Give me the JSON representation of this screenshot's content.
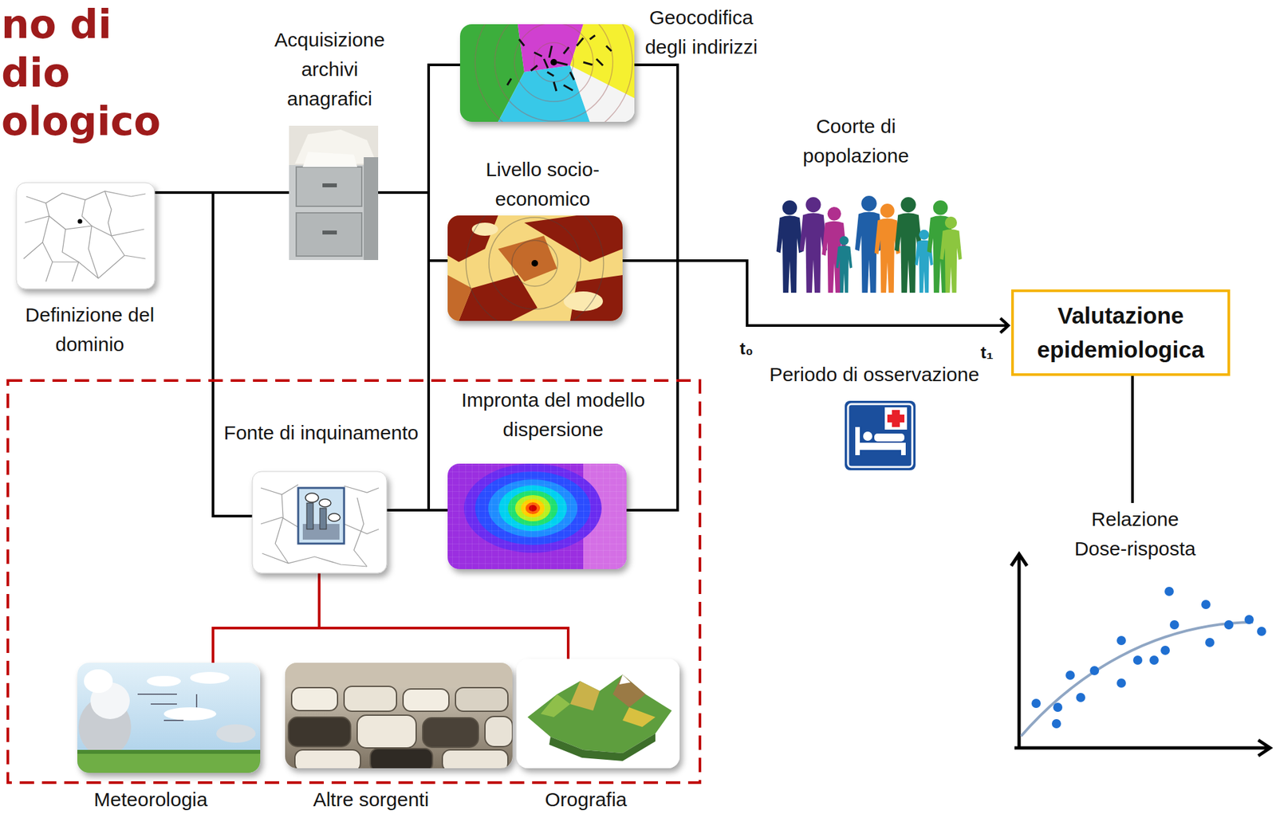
{
  "diagram": {
    "title": "no di dio ologico",
    "nodes": [
      {
        "text": [
          "Definizione del dominio"
        ]
      },
      {
        "text": [
          "Acquisizione archivi anagrafici"
        ]
      },
      {
        "text": [
          "Geocodifica degli indirizzi"
        ]
      },
      {
        "text": [
          "Livello socio- economico"
        ]
      },
      {
        "text": [
          "Coorte di popolazione"
        ]
      },
      {
        "text": [
          "Fonte di inquinamento"
        ]
      },
      {
        "text": [
          "Impronta del modello dispersione"
        ]
      },
      {
        "text": [
          "Valutazione epidemiologica"
        ]
      },
      {
        "text": [
          "Relazione Dose-risposta"
        ]
      },
      {
        "text": [
          "Meteorologia"
        ]
      },
      {
        "text": [
          "Altre sorgenti"
        ]
      },
      {
        "text": [
          "Orografia"
        ]
      }
    ],
    "edges": [
      {
        "from": 0,
        "to": 1,
        "arrow": "none"
      },
      {
        "from": 0,
        "to": 5,
        "arrow": "none"
      },
      {
        "from": 1,
        "to": 2,
        "arrow": "none"
      },
      {
        "from": 1,
        "to": 3,
        "arrow": "none"
      },
      {
        "from": 1,
        "to": 6,
        "arrow": "none"
      },
      {
        "from": 5,
        "to": 6,
        "arrow": "none"
      },
      {
        "from": 2,
        "to": 7,
        "arrow": "to"
      },
      {
        "from": 3,
        "to": 7,
        "arrow": "to"
      },
      {
        "from": 6,
        "to": 7,
        "arrow": "to"
      },
      {
        "from": 7,
        "to": 8,
        "arrow": "none"
      },
      {
        "from": 5,
        "to": 9,
        "arrow": "none"
      },
      {
        "from": 5,
        "to": 11,
        "arrow": "none"
      }
    ],
    "labels": [
      "t₀",
      "t₁",
      "Periodo di osservazione"
    ]
  }
}
